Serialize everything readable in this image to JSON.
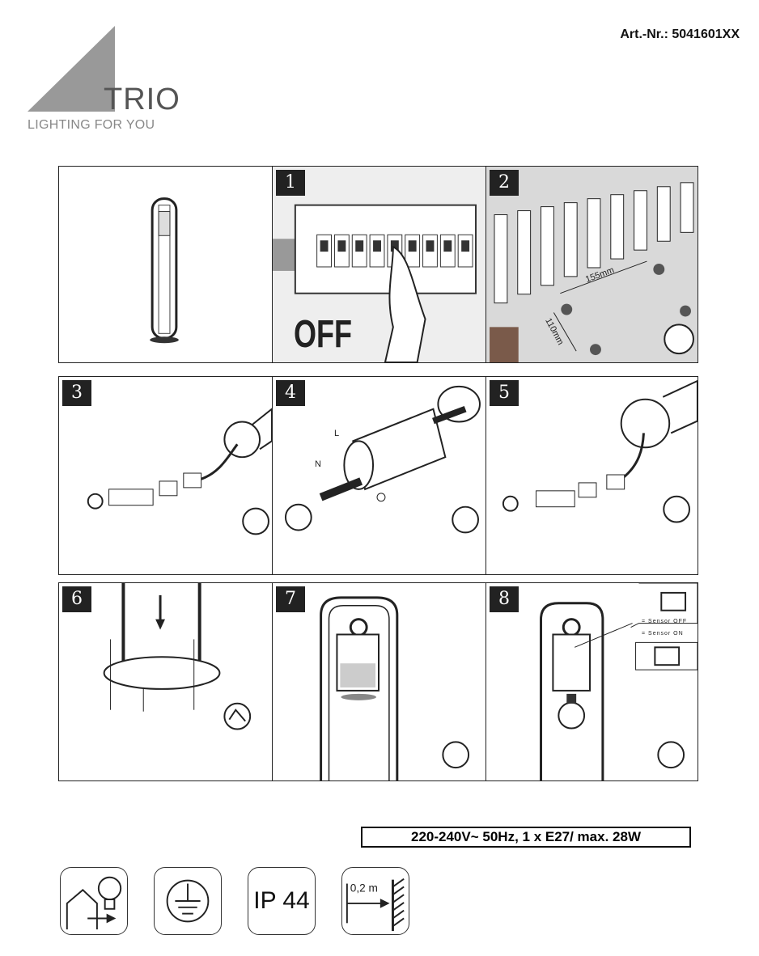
{
  "header": {
    "article_number": "Art.-Nr.: 5041601XX",
    "logo_name": "TRIO",
    "logo_tagline": "LIGHTING FOR YOU"
  },
  "steps": [
    {
      "number": "1",
      "label": "OFF"
    },
    {
      "number": "2",
      "dim_a": "155mm",
      "dim_b": "110mm"
    },
    {
      "number": "3"
    },
    {
      "number": "4",
      "wire_l": "L",
      "wire_n": "N"
    },
    {
      "number": "5"
    },
    {
      "number": "6"
    },
    {
      "number": "7"
    },
    {
      "number": "8",
      "sensor_off": "= Sensor OFF",
      "sensor_on": "= Sensor ON"
    }
  ],
  "spec": "220-240V~ 50Hz, 1 x E27/ max. 28W",
  "icons": [
    {
      "name": "outdoor-use-icon"
    },
    {
      "name": "protective-earth-icon"
    },
    {
      "name": "ip-rating-icon",
      "text": "IP 44"
    },
    {
      "name": "min-distance-icon",
      "text": "0,2 m"
    }
  ]
}
